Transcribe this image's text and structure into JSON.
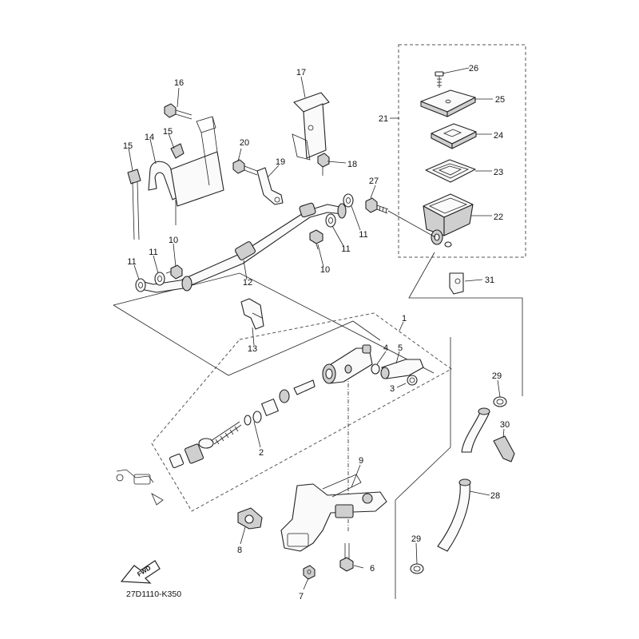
{
  "diagram_code": "27D1110-K350",
  "fwd_label": "FWD",
  "callouts": {
    "c1": "1",
    "c2": "2",
    "c3": "3",
    "c4": "4",
    "c5": "5",
    "c6": "6",
    "c7": "7",
    "c8": "8",
    "c9": "9",
    "c10a": "10",
    "c10b": "10",
    "c11a": "11",
    "c11b": "11",
    "c11c": "11",
    "c11d": "11",
    "c12": "12",
    "c13": "13",
    "c14": "14",
    "c15a": "15",
    "c15b": "15",
    "c16": "16",
    "c17": "17",
    "c18": "18",
    "c19": "19",
    "c20": "20",
    "c21": "21",
    "c22": "22",
    "c23": "23",
    "c24": "24",
    "c25": "25",
    "c26": "26",
    "c27": "27",
    "c28": "28",
    "c29a": "29",
    "c29b": "29",
    "c30": "30",
    "c31": "31"
  }
}
